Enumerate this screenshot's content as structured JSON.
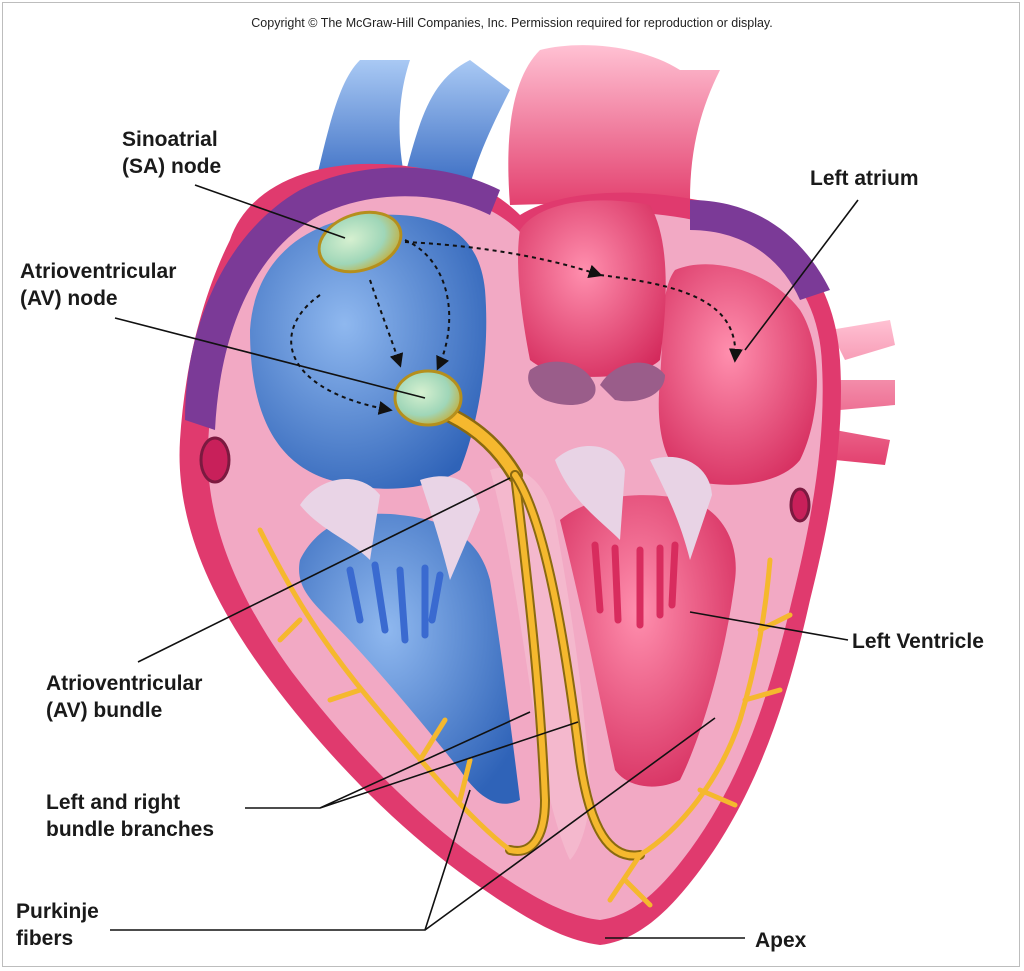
{
  "copyright": "Copyright © The McGraw-Hill Companies, Inc. Permission required for reproduction or display.",
  "labels": {
    "sa_node": [
      "Sinoatrial",
      "(SA) node"
    ],
    "av_node": [
      "Atrioventricular",
      "(AV) node"
    ],
    "left_atrium": "Left atrium",
    "left_ventricle": "Left Ventricle",
    "av_bundle": [
      "Atrioventricular",
      "(AV) bundle"
    ],
    "bundle_branches": [
      "Left and right",
      "bundle branches"
    ],
    "purkinje": [
      "Purkinje",
      "fibers"
    ],
    "apex": "Apex"
  },
  "colors": {
    "right_side": "#4f86d6",
    "left_side": "#ee4a78",
    "wall": "#f2a9c4",
    "outer_wall": "#e03a6e",
    "vessel_purple": "#7b3a97",
    "conduction": "#f5b82e"
  }
}
